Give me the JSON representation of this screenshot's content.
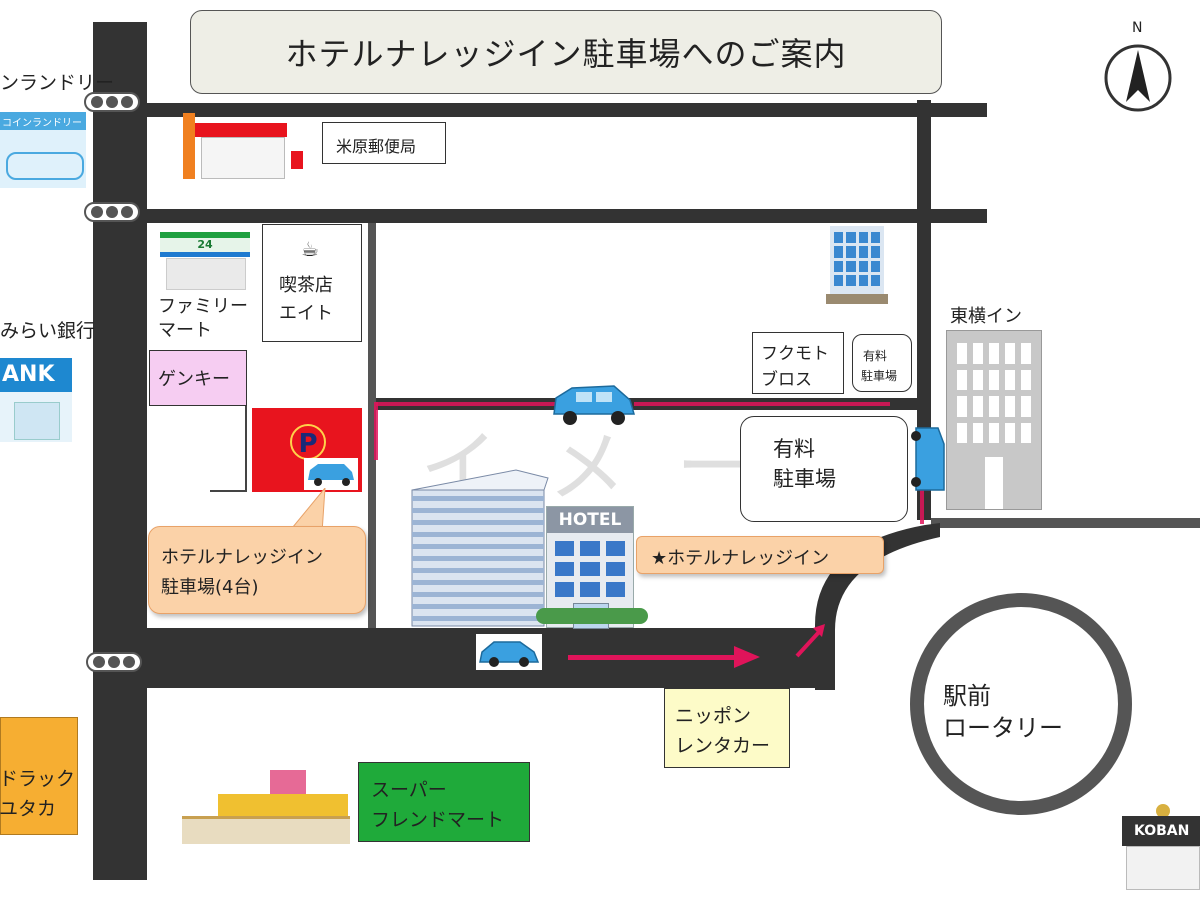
{
  "title": "ホテルナレッジイン駐車場へのご案内",
  "compass": {
    "label": "N"
  },
  "places": {
    "coin_laundry": "ンランドリー",
    "coin_laundry_sign": "コインランドリー",
    "post_office": "米原郵便局",
    "cafe": {
      "line1": "喫茶店",
      "line2": "エイト"
    },
    "family_mart": {
      "line1": "ファミリー",
      "line2": "マート",
      "sign": "24"
    },
    "bank": "みらい銀行",
    "bank_sign": "ANK",
    "genki": "ゲンキー",
    "fukumoto": {
      "line1": "フクモト",
      "line2": "ブロス"
    },
    "paid_parking_small": {
      "line1": "有料",
      "line2": "駐車場"
    },
    "toyoko": "東横イン",
    "paid_parking": {
      "line1": "有料",
      "line2": "駐車場"
    },
    "hotel_sign": "HOTEL",
    "hotel_label": "★ホテルナレッジイン",
    "hotel_parking": {
      "line1": "ホテルナレッジイン",
      "line2": "駐車場(4台)"
    },
    "parking_mark": "P",
    "nippon_rental": {
      "line1": "ニッポン",
      "line2": "レンタカー"
    },
    "super": {
      "line1": "スーパー",
      "line2": "フレンドマート"
    },
    "drug": {
      "line1": "ドラック",
      "line2": "ユタカ"
    },
    "rotary": {
      "line1": "駅前",
      "line2": "ロータリー"
    },
    "koban": "KOBAN",
    "watermark": "イメージ"
  },
  "colors": {
    "road": "#333333",
    "route": "#e0145a",
    "parking_red": "#e8141e",
    "callout": "#fbd2a8",
    "genki_bg": "#f6cdf2",
    "nippon_bg": "#fdfbc8",
    "super_bg": "#1faa3a",
    "drug_bg": "#f6ae32",
    "car": "#3aa0e0"
  }
}
